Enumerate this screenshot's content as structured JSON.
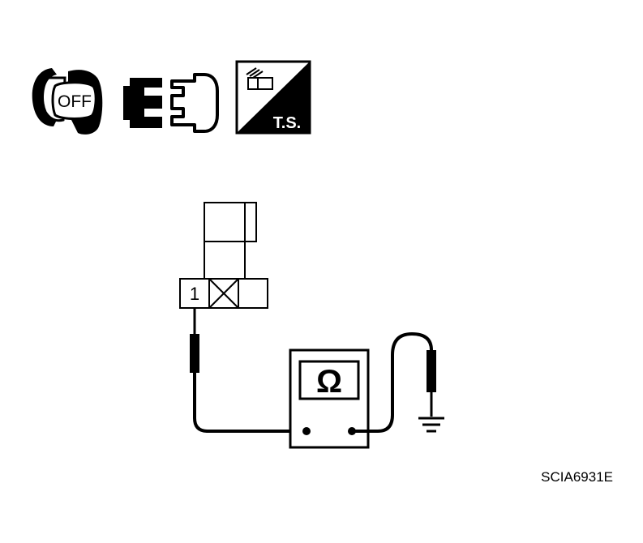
{
  "icons": {
    "ignition_switch": {
      "name": "ignition-key-icon",
      "text": "OFF"
    },
    "connector_disconnect": {
      "name": "disconnect-connector-icon"
    },
    "test_equipment": {
      "name": "test-service-icon",
      "text": "T.S."
    }
  },
  "connector": {
    "terminal_label": "1"
  },
  "meter": {
    "symbol": "Ω",
    "name": "ohmmeter"
  },
  "ground": {
    "name": "ground-symbol"
  },
  "figure_id": "SCIA6931E",
  "colors": {
    "ink": "#000000",
    "paper": "#ffffff"
  }
}
